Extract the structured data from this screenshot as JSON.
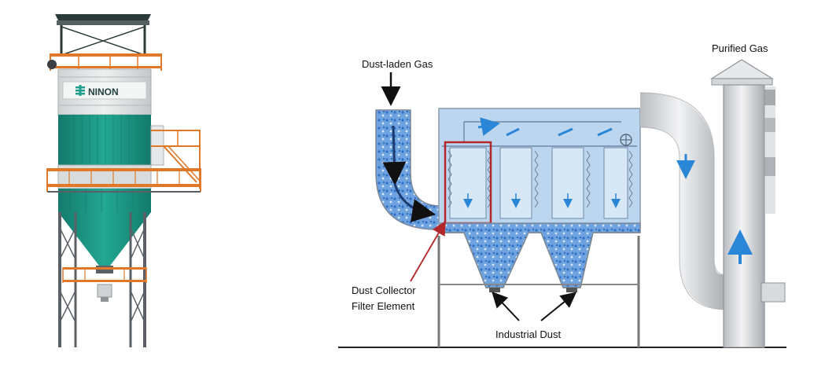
{
  "product": {
    "brand": "NINON"
  },
  "diagram": {
    "inlet_label": "Dust-laden Gas",
    "outlet_label": "Purified Gas",
    "filter_label_line1": "Dust Collector",
    "filter_label_line2": "Filter Element",
    "dust_label": "Industrial Dust"
  },
  "colors": {
    "teal": "#1f9e8c",
    "teal_dark": "#137a6b",
    "platform_orange": "#e0782a",
    "steel_gray": "#5b6066",
    "roof_dark": "#2d3a3a",
    "water_blue": "#3d7fd1",
    "chamber_blue": "#bcd6ef",
    "filter_box": "#b3262a",
    "arrow_blue": "#2a86d6"
  }
}
